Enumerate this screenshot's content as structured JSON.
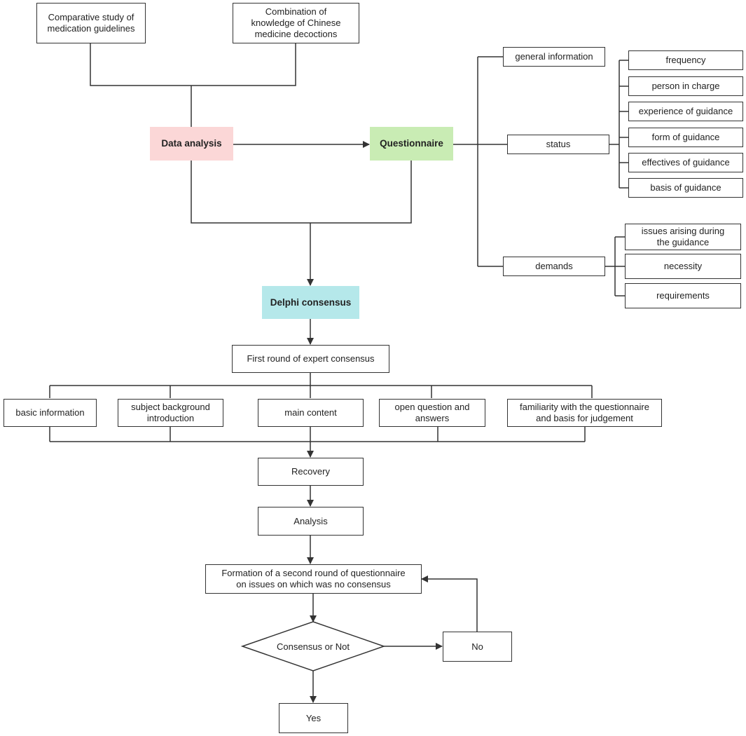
{
  "nodes": {
    "comparative": "Comparative study of\nmedication guidelines",
    "combination": "Combination of\nknowledge of Chinese\nmedicine decoctions",
    "data_analysis": "Data analysis",
    "questionnaire": "Questionnaire",
    "general_information": "general information",
    "status": "status",
    "demands": "demands",
    "frequency": "frequency",
    "person_in_charge": "person in charge",
    "experience_of_guidance": "experience of guidance",
    "form_of_guidance": "form of guidance",
    "effectives_of_guidance": "effectives of guidance",
    "basis_of_guidance": "basis of guidance",
    "issues_arising": "issues arising during\nthe guidance",
    "necessity": "necessity",
    "requirements": "requirements",
    "delphi": "Delphi consensus",
    "first_round": "First round of expert consensus",
    "basic_information": "basic information",
    "subject_background": "subject background\nintroduction",
    "main_content": "main content",
    "open_question": "open question and\nanswers",
    "familiarity": "familiarity with the questionnaire\nand basis for judgement",
    "recovery": "Recovery",
    "analysis": "Analysis",
    "second_round": "Formation of a second round of questionnaire\non issues on which was no consensus",
    "consensus_or_not": "Consensus or Not",
    "no": "No",
    "yes": "Yes"
  },
  "colors": {
    "data_analysis_fill": "#fbd7d7",
    "questionnaire_fill": "#c9ecb4",
    "delphi_fill": "#b5e8ea",
    "line": "#333333"
  }
}
